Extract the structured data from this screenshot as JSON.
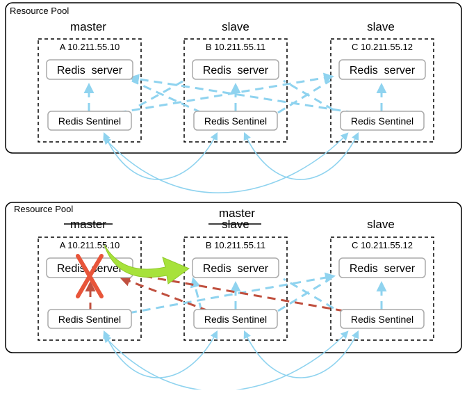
{
  "panels": [
    {
      "pool_label": "Resource Pool",
      "roles": [
        "master",
        "slave",
        "slave"
      ],
      "promoted_label": "",
      "hosts": [
        "A 10.211.55.10",
        "B 10.211.55.11",
        "C 10.211.55.12"
      ],
      "server_label": "Redis  server",
      "sentinel_label": "Redis Sentinel"
    },
    {
      "pool_label": "Resource Pool",
      "roles": [
        "master",
        "slave",
        "slave"
      ],
      "promoted_label": "master",
      "hosts": [
        "A 10.211.55.10",
        "B 10.211.55.11",
        "C 10.211.55.12"
      ],
      "server_label": "Redis  server",
      "sentinel_label": "Redis Sentinel"
    }
  ],
  "colors": {
    "monitor_link": "#8fd3ef",
    "failed_link": "#c0503f",
    "failure_mark": "#e8553a",
    "failover_arrow": "#a7e23b"
  },
  "icons": {
    "failure_mark": "cross-icon",
    "failover": "curved-arrow-icon"
  }
}
